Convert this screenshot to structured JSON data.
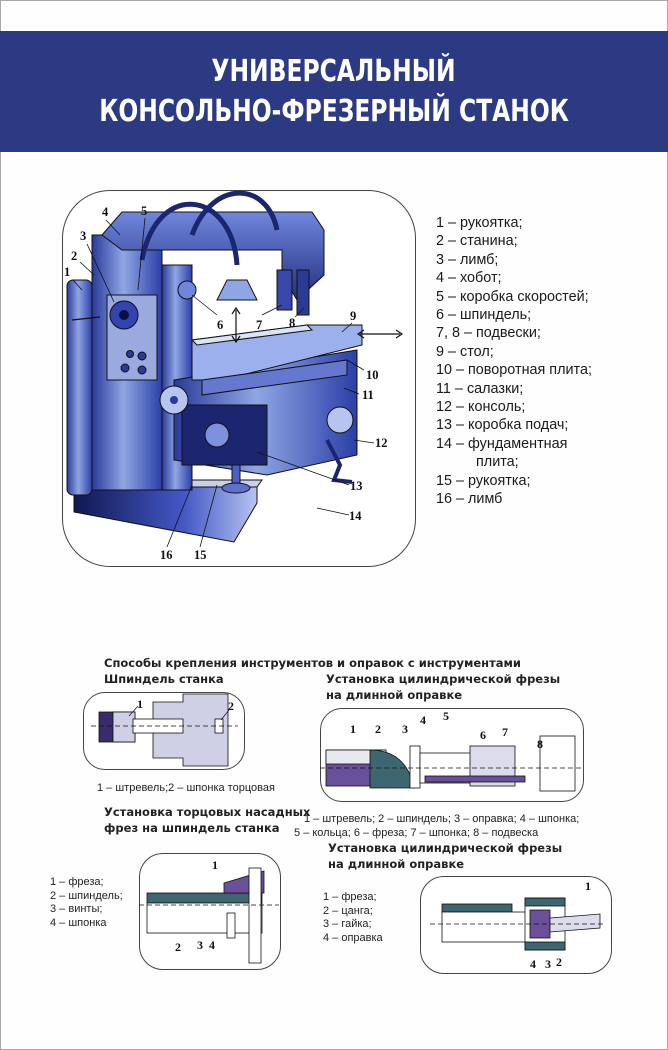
{
  "header": {
    "title_line1": "УНИВЕРСАЛЬНЫЙ",
    "title_line2": "КОНСОЛЬНО-ФРЕЗЕРНЫЙ СТАНОК",
    "background_color": "#2c3a84"
  },
  "main_diagram": {
    "callouts": [
      "1",
      "2",
      "3",
      "4",
      "5",
      "6",
      "7",
      "8",
      "9",
      "10",
      "11",
      "12",
      "13",
      "14",
      "15",
      "16"
    ],
    "legend": [
      "1 – рукоятка;",
      "2 – станина;",
      "3 – лимб;",
      "4 – хобот;",
      "5 – коробка скоростей;",
      "6 – шпиндель;",
      "7, 8 – подвески;",
      "9 – стол;",
      "10 – поворотная плита;",
      "11 – салазки;",
      "12 – консоль;",
      "13 – коробка подач;",
      "14 – фундаментная",
      "плита;",
      "15 – рукоятка;",
      "16 – лимб"
    ]
  },
  "tooling": {
    "section_title": "Способы крепления инструментов и оправок с инструментами",
    "spindle": {
      "title": "Шпиндель станка",
      "callouts": [
        "1",
        "2"
      ],
      "caption": "1 – штревель;2 – шпонка торцовая"
    },
    "long_arbor": {
      "title_line1": "Установка цилиндрической фрезы",
      "title_line2": "на длинной оправке",
      "callouts": [
        "1",
        "2",
        "3",
        "4",
        "5",
        "6",
        "7",
        "8"
      ],
      "caption_line1": "1 – штревель; 2 – шпиндель; 3 – оправка; 4 – шпонка;",
      "caption_line2": "5 – кольца; 6 – фреза; 7 – шпонка; 8 – подвеска"
    },
    "face_mill": {
      "title_line1": "Установка торцовых насадных",
      "title_line2": "фрез на шпиндель станка",
      "callouts": [
        "1",
        "2",
        "3",
        "4"
      ],
      "legend": [
        "1 – фреза;",
        "2 – шпиндель;",
        "3 – винты;",
        "4 – шпонка"
      ]
    },
    "collet": {
      "title_line1": "Установка цилиндрической фрезы",
      "title_line2": "на длинной оправке",
      "callouts": [
        "1",
        "2",
        "3",
        "4"
      ],
      "legend": [
        "1 – фреза;",
        "2 – цанга;",
        "3 – гайка;",
        "4 – оправка"
      ]
    }
  }
}
